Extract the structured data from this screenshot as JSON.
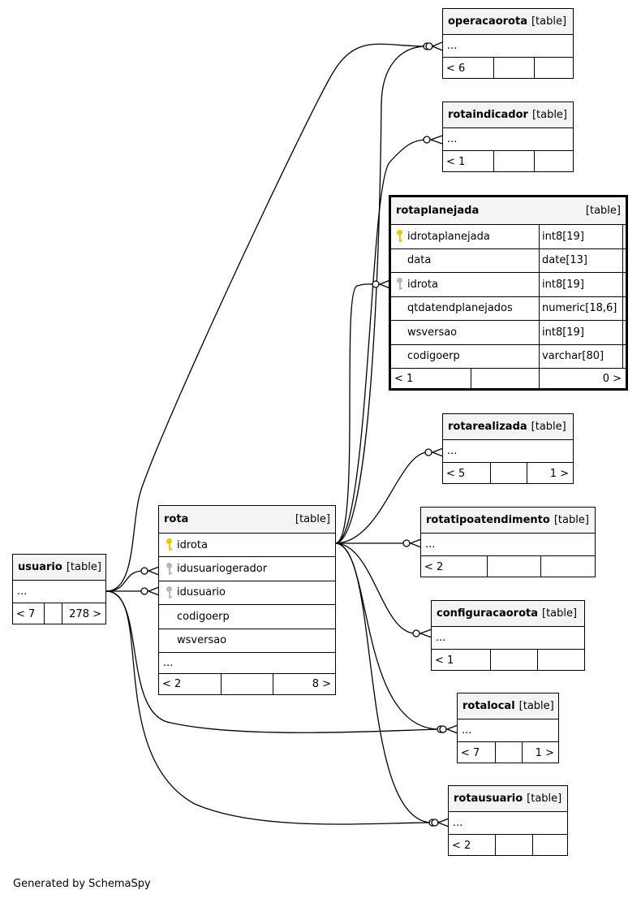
{
  "footer": "Generated by SchemaSpy",
  "tables": {
    "operacaorota": {
      "name": "operacaorota",
      "label": "[table]",
      "ellipsis": "...",
      "nav": [
        "< 6",
        "",
        ""
      ]
    },
    "rotaindicador": {
      "name": "rotaindicador",
      "label": "[table]",
      "ellipsis": "...",
      "nav": [
        "< 1",
        "",
        ""
      ]
    },
    "rotaplanejada": {
      "name": "rotaplanejada",
      "label": "[table]",
      "columns": [
        {
          "name": "idrotaplanejada",
          "type": "int8[19]",
          "key": "primary-key-icon"
        },
        {
          "name": "data",
          "type": "date[13]",
          "key": ""
        },
        {
          "name": "idrota",
          "type": "int8[19]",
          "key": "foreign-key-icon"
        },
        {
          "name": "qtdatendplanejados",
          "type": "numeric[18,6]",
          "key": ""
        },
        {
          "name": "wsversao",
          "type": "int8[19]",
          "key": ""
        },
        {
          "name": "codigoerp",
          "type": "varchar[80]",
          "key": ""
        }
      ],
      "nav": [
        "< 1",
        "",
        "0 >"
      ]
    },
    "rotarealizada": {
      "name": "rotarealizada",
      "label": "[table]",
      "ellipsis": "...",
      "nav": [
        "< 5",
        "",
        "1 >"
      ]
    },
    "rotatipoatendimento": {
      "name": "rotatipoatendimento",
      "label": "[table]",
      "ellipsis": "...",
      "nav": [
        "< 2",
        "",
        ""
      ]
    },
    "configuracaorota": {
      "name": "configuracaorota",
      "label": "[table]",
      "ellipsis": "...",
      "nav": [
        "< 1",
        "",
        ""
      ]
    },
    "rotalocal": {
      "name": "rotalocal",
      "label": "[table]",
      "ellipsis": "...",
      "nav": [
        "< 7",
        "",
        "1 >"
      ]
    },
    "rotausuario": {
      "name": "rotausuario",
      "label": "[table]",
      "ellipsis": "...",
      "nav": [
        "< 2",
        "",
        ""
      ]
    },
    "usuario": {
      "name": "usuario",
      "label": "[table]",
      "ellipsis": "...",
      "nav": [
        "< 7",
        "",
        "278 >"
      ]
    },
    "rota": {
      "name": "rota",
      "label": "[table]",
      "columns": [
        {
          "name": "idrota",
          "key": "primary-key-icon"
        },
        {
          "name": "idusuariogerador",
          "key": "foreign-key-icon"
        },
        {
          "name": "idusuario",
          "key": "foreign-key-icon"
        },
        {
          "name": "codigoerp",
          "key": ""
        },
        {
          "name": "wsversao",
          "key": ""
        }
      ],
      "ellipsis": "...",
      "nav": [
        "< 2",
        "",
        "8 >"
      ]
    }
  }
}
